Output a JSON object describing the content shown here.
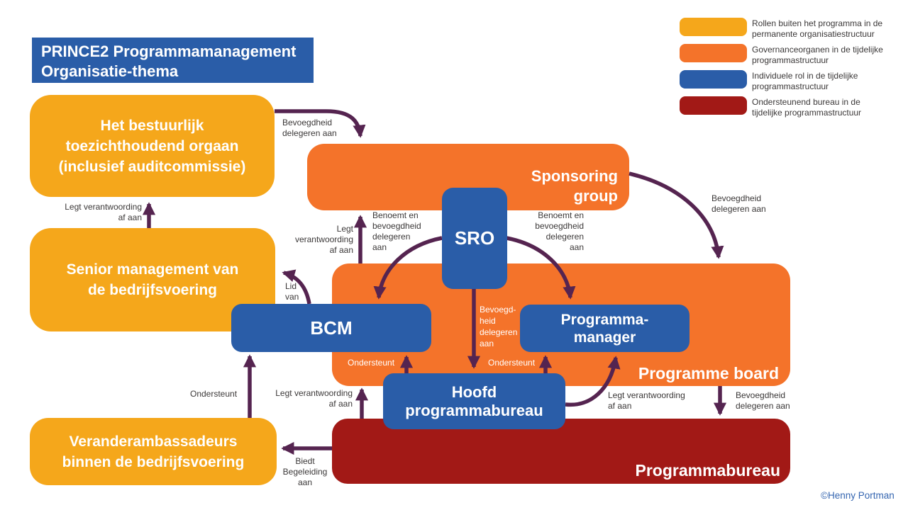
{
  "palette": {
    "yellow": "#F5A71B",
    "orange": "#F4732A",
    "blue": "#2A5DA8",
    "dark_red": "#A21916",
    "purple": "#552450",
    "label_text": "#3B3838",
    "copyright": "#3465B0"
  },
  "title": {
    "line1": "PRINCE2 Programmamanagement",
    "line2": "Organisatie-thema"
  },
  "legend": {
    "items": [
      {
        "color": "yellow",
        "line1": "Rollen buiten het programma in de",
        "line2": "permanente organisatiestructuur"
      },
      {
        "color": "orange",
        "line1": "Governanceorganen in de tijdelijke",
        "line2": "programmastructuur"
      },
      {
        "color": "blue",
        "line1": "Individuele rol in de tijdelijke",
        "line2": "programmastructuur"
      },
      {
        "color": "dark_red",
        "line1": "Ondersteunend bureau in de",
        "line2": "tijdelijke programmastructuur"
      }
    ]
  },
  "nodes": {
    "bestuurlijk": {
      "line1": "Het bestuurlijk",
      "line2": "toezichthoudend orgaan",
      "line3": "(inclusief auditcommissie)"
    },
    "senior_management": {
      "line1": "Senior management van",
      "line2": "de bedrijfsvoering"
    },
    "veranderambassadeurs": {
      "line1": "Veranderambassadeurs",
      "line2": "binnen de bedrijfsvoering"
    },
    "sponsoring_group": {
      "line1": "Sponsoring",
      "line2": "group"
    },
    "sro": {
      "label": "SRO"
    },
    "programme_board": {
      "label": "Programme board"
    },
    "bcm": {
      "label": "BCM"
    },
    "programma_manager": {
      "line1": "Programma-",
      "line2": "manager"
    },
    "hoofd_programmabureau": {
      "line1": "Hoofd",
      "line2": "programmabureau"
    },
    "programmabureau": {
      "label": "Programmabureau"
    }
  },
  "arrow_labels": {
    "bevoegdheid_delegeren_top": {
      "line1": "Bevoegdheid",
      "line2": "delegeren aan"
    },
    "legt_verantwoording_links": {
      "line1": "Legt verantwoording",
      "line2": "af aan"
    },
    "lid_van": {
      "line1": "Lid",
      "line2": "van"
    },
    "legt_verantwoording_midden": {
      "line1": "Legt",
      "line2": "verantwoording",
      "line3": "af aan"
    },
    "benoemt_links": {
      "line1": "Benoemt en",
      "line2": "bevoegdheid",
      "line3": "delegeren",
      "line4": "aan"
    },
    "benoemt_rechts": {
      "line1": "Benoemt en",
      "line2": "bevoegdheid",
      "line3": "delegeren",
      "line4": "aan"
    },
    "bevoegdheid_delegeren_rechts": {
      "line1": "Bevoegdheid",
      "line2": "delegeren aan"
    },
    "bevoegdheid_delegeren_sro": {
      "line1": "Bevoegd-",
      "line2": "heid",
      "line3": "delegeren",
      "line4": "aan"
    },
    "ondersteunt_links": "Ondersteunt",
    "ondersteunt_rechts": "Ondersteunt",
    "ondersteunt_onder": "Ondersteunt",
    "legt_verantwoording_bureau": {
      "line1": "Legt verantwoording",
      "line2": "af aan"
    },
    "legt_verantwoording_hoofd": {
      "line1": "Legt verantwoording",
      "line2": "af aan"
    },
    "bevoegdheid_delegeren_onder": {
      "line1": "Bevoegdheid",
      "line2": "delegeren aan"
    },
    "biedt_begeleiding": {
      "line1": "Biedt",
      "line2": "Begeleiding",
      "line3": "aan"
    }
  },
  "footer": {
    "copyright": "©Henny Portman"
  }
}
